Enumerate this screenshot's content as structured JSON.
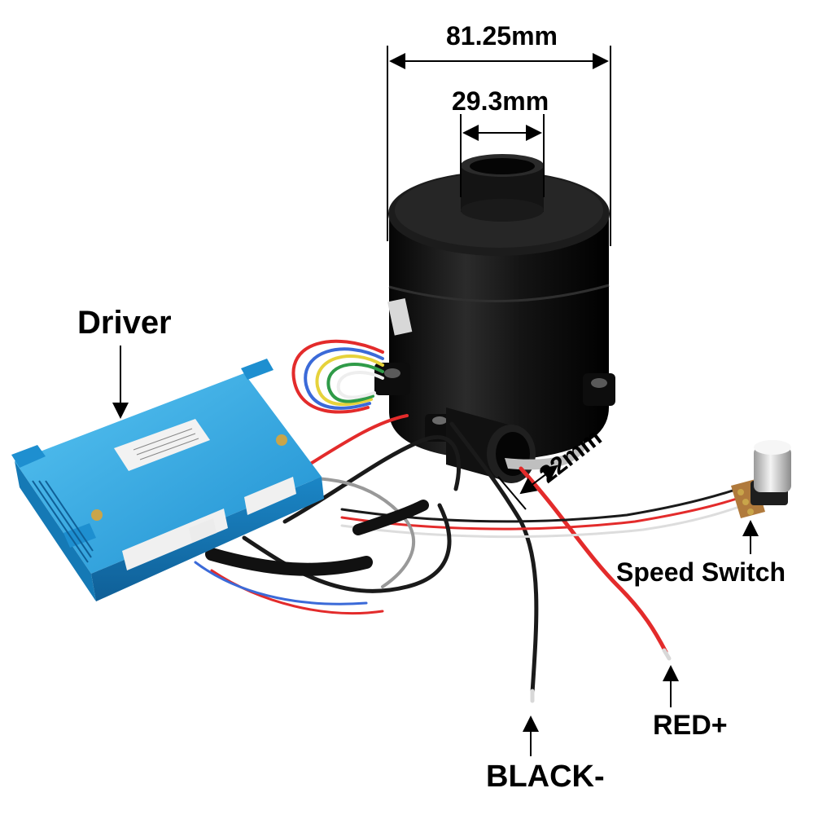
{
  "labels": {
    "width_outer": "81.25mm",
    "width_inlet": "29.3mm",
    "outlet_diameter": "22mm",
    "driver": "Driver",
    "speed_switch": "Speed Switch",
    "red_wire": "RED+",
    "black_wire": "BLACK-"
  },
  "colors": {
    "driver_body": "#2aa7e8",
    "motor_body": "#111111",
    "red_wire": "#e32b2b",
    "black_wire": "#1a1a1a",
    "knob": "#d9d9d9"
  }
}
